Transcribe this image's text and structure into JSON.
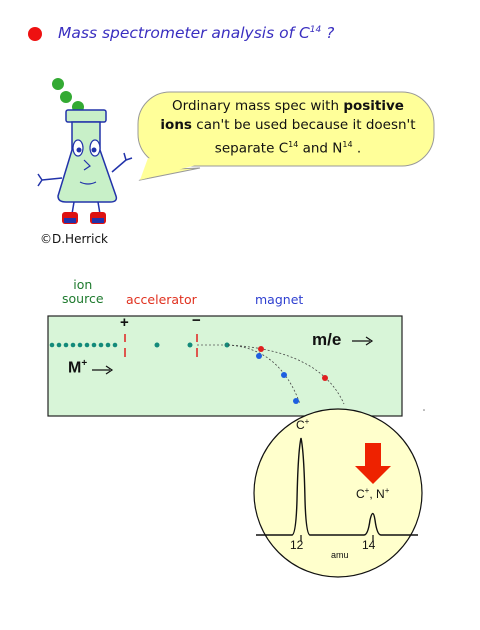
{
  "title": {
    "text": "Mass spectrometer analysis of C",
    "sup": "14",
    "suffix": " ?"
  },
  "bubble": {
    "part1": "Ordinary mass spec with ",
    "bold1": "positive",
    "bold2": "ions",
    "part2": " can't be used because it doesn't separate C",
    "sup1": "14",
    "part3": " and N",
    "sup2": "14",
    "part4": " ."
  },
  "copyright": "©D.Herrick",
  "diagram": {
    "ion_source_line1": "ion",
    "ion_source_line2": "source",
    "accelerator": "accelerator",
    "magnet": "magnet",
    "me_label": "m/e",
    "m_label": "M",
    "m_sup": "+",
    "plus_sign": "+",
    "minus_sign": "−"
  },
  "spectrum": {
    "peak1_label": "C",
    "peak1_sup": "+",
    "peak2_label": "C",
    "peak2_sup": "+",
    "peak2_comma": ", N",
    "peak2_sup2": "+",
    "tick1": "12",
    "tick2": "14",
    "axis_unit": "amu"
  },
  "colors": {
    "title_text": "#3a2fc0",
    "bullet": "#ee1111",
    "bubble_fill": "#ffff99",
    "panel_fill": "#d8f5d8",
    "ion_dot": "#138a7a",
    "light_ion": "#1e5fe0",
    "heavy_ion": "#e02020",
    "accelerator_label": "#e0301e",
    "magnet_label": "#2e3fd0",
    "ion_source_label": "#1e7a2e",
    "arrow": "#ee2200",
    "lens_fill": "#ffffcc"
  }
}
